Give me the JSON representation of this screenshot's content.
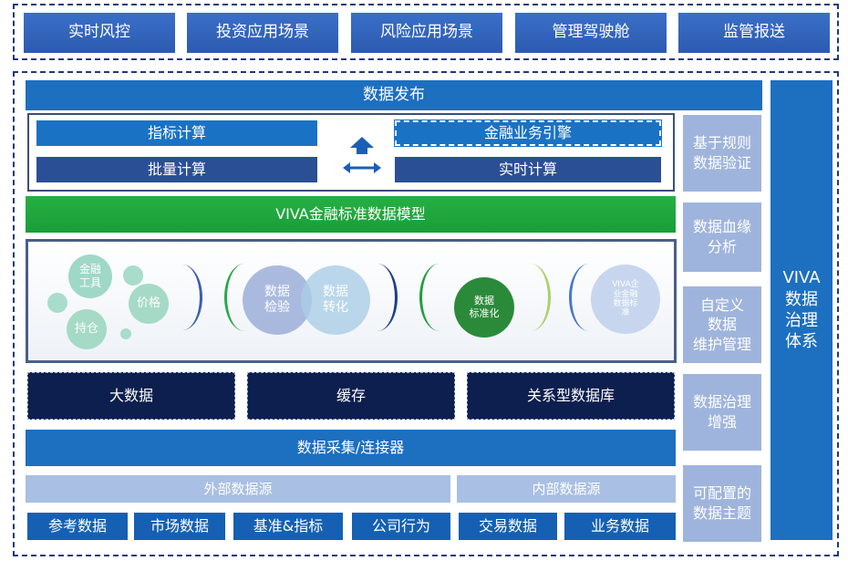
{
  "top_row": [
    "实时风控",
    "投资应用场景",
    "风险应用场景",
    "管理驾驶舱",
    "监管报送"
  ],
  "publish": "数据发布",
  "compute": {
    "indicator": "指标计算",
    "batch": "批量计算",
    "engine": "金融业务引擎",
    "realtime": "实时计算"
  },
  "model": "VIVA金融标准数据模型",
  "bubbles": {
    "instrument": "金融\n工具",
    "price": "价格",
    "position": "持仓",
    "check": "数据\n检验",
    "transform": "数据\n转化",
    "standardize": "数据\n标准化",
    "enterprise": "VIVA企\n业金融\n数据标\n准"
  },
  "storage": [
    "大数据",
    "缓存",
    "关系型数据库"
  ],
  "collect": "数据采集/连接器",
  "sources": {
    "external": "外部数据源",
    "internal": "内部数据源"
  },
  "source_items": [
    "参考数据",
    "市场数据",
    "基准&指标",
    "公司行为",
    "交易数据",
    "业务数据"
  ],
  "side_items": [
    "基于规则\n数据验证",
    "数据血缘\n分析",
    "自定义\n数据\n维护管理",
    "数据治理\n增强",
    "可配置的\n数据主题"
  ],
  "governance": "VIVA\n数据\n治理\n体系",
  "colors": {
    "blue": "#1d6fc0",
    "navy": "#2b4f94",
    "dark": "#0d1f4f",
    "green": "#1fa83d",
    "light": "#a9bfe3"
  }
}
